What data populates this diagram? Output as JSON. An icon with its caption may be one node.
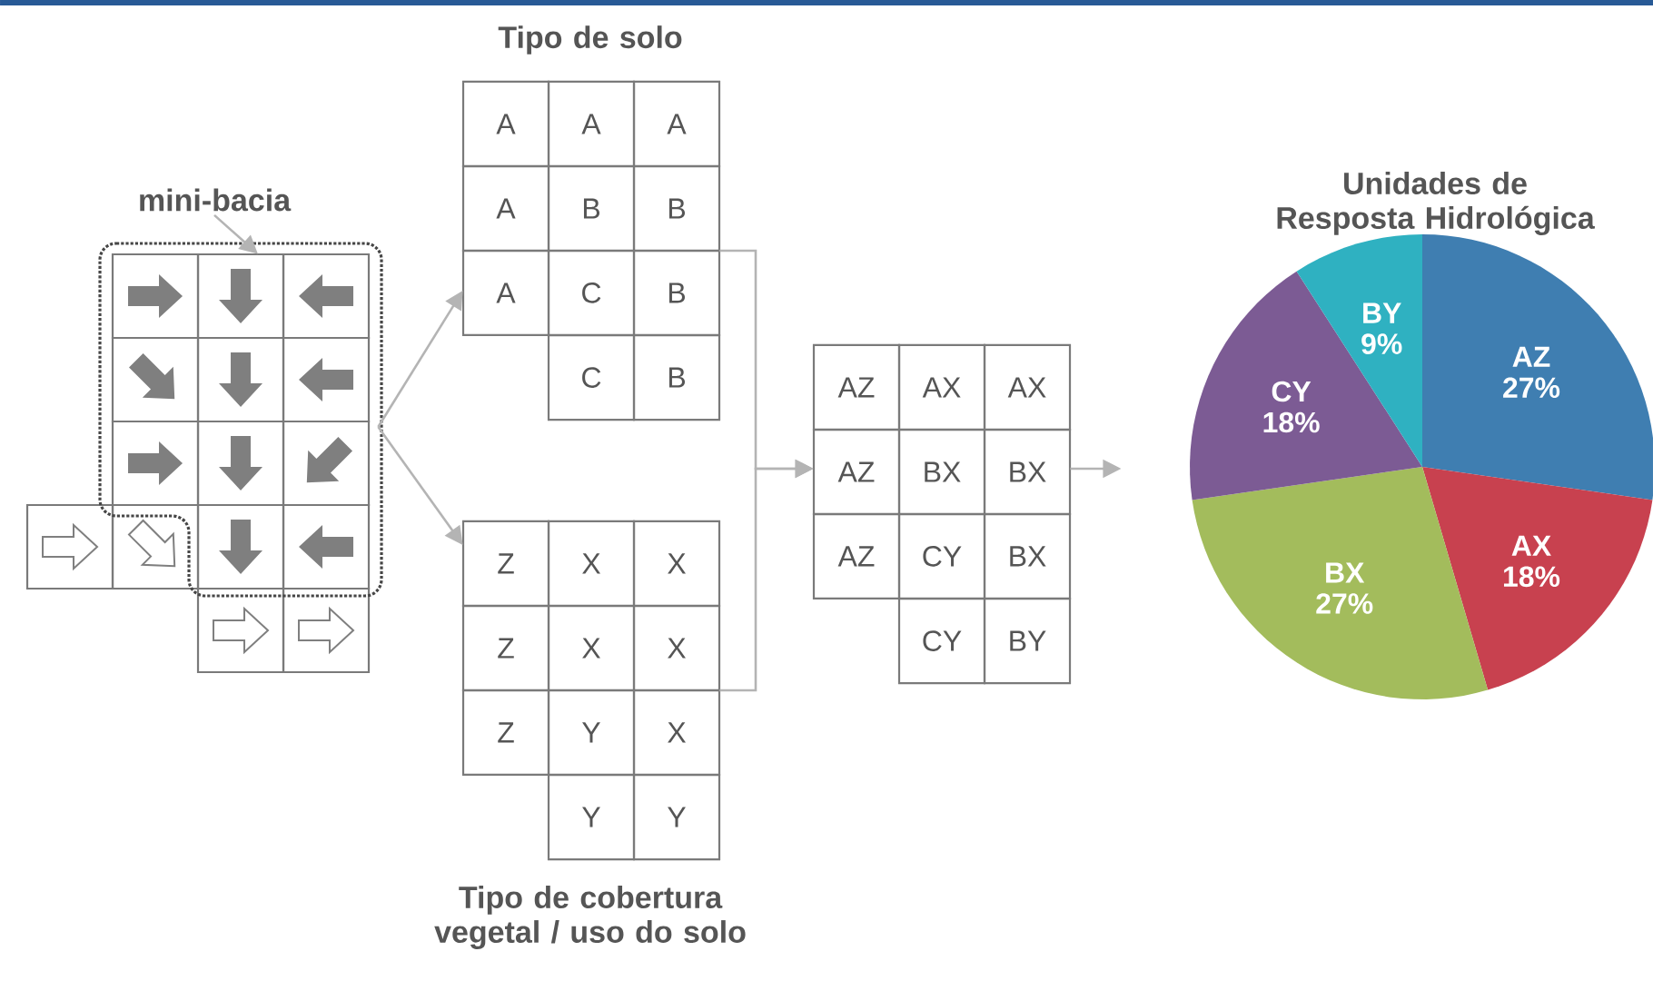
{
  "diagram": {
    "nodes": [
      {
        "text": [
          "mini-bacia"
        ]
      },
      {
        "text": [],
        "shape": "grid"
      },
      {
        "text": [
          "Tipo de solo",
          "A",
          "A",
          "A",
          "A",
          "B",
          "B",
          "A",
          "C",
          "B",
          "C",
          "B"
        ]
      },
      {
        "text": [
          "Z",
          "X",
          "X",
          "Z",
          "X",
          "X",
          "Z",
          "Y",
          "X",
          "Y",
          "Y",
          "Tipo de cobertura vegetal / uso do solo"
        ]
      },
      {
        "text": [
          "AZ",
          "AX",
          "AX",
          "AZ",
          "BX",
          "BX",
          "AZ",
          "CY",
          "BX",
          "CY",
          "BY"
        ]
      }
    ],
    "edges": [
      {
        "from": 0,
        "to": 1,
        "arrow": "to"
      },
      {
        "from": 1,
        "to": 2,
        "arrow": "to"
      },
      {
        "from": 1,
        "to": 3,
        "arrow": "to"
      },
      {
        "from": 2,
        "to": 4,
        "arrow": "to"
      },
      {
        "from": 3,
        "to": 4,
        "arrow": "to"
      },
      {
        "from": 4,
        "to": null,
        "arrow": "to"
      }
    ],
    "chart_data": {
      "type": "pie",
      "title": "Unidades de Resposta Hidrológica",
      "categories": [
        "AZ",
        "AX",
        "BX",
        "CY",
        "BY"
      ],
      "series": [
        {
          "values": [
            27,
            18,
            27,
            18,
            9
          ]
        }
      ],
      "value_labels": [
        "27%",
        "18%",
        "27%",
        "18%",
        "9%"
      ]
    }
  }
}
